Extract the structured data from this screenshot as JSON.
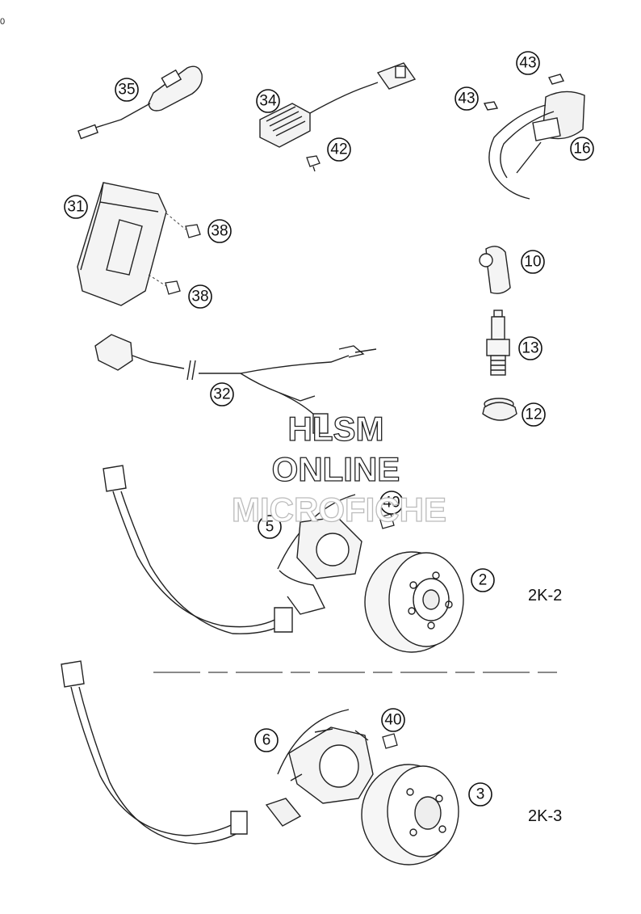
{
  "corner_mark": "0",
  "callouts": [
    {
      "id": "c35",
      "num": "35"
    },
    {
      "id": "c34",
      "num": "34"
    },
    {
      "id": "c43a",
      "num": "43"
    },
    {
      "id": "c43b",
      "num": "43"
    },
    {
      "id": "c42",
      "num": "42"
    },
    {
      "id": "c16",
      "num": "16"
    },
    {
      "id": "c31",
      "num": "31"
    },
    {
      "id": "c38a",
      "num": "38"
    },
    {
      "id": "c38b",
      "num": "38"
    },
    {
      "id": "c10",
      "num": "10"
    },
    {
      "id": "c13",
      "num": "13"
    },
    {
      "id": "c32",
      "num": "32"
    },
    {
      "id": "c12",
      "num": "12"
    },
    {
      "id": "c40a",
      "num": "40"
    },
    {
      "id": "c5",
      "num": "5"
    },
    {
      "id": "c2",
      "num": "2"
    },
    {
      "id": "c40b",
      "num": "40"
    },
    {
      "id": "c6",
      "num": "6"
    },
    {
      "id": "c3",
      "num": "3"
    }
  ],
  "variant_labels": {
    "upper": "2K-2",
    "lower": "2K-3"
  },
  "watermark": {
    "line1": "HLSM",
    "line2": "ONLINE",
    "line3": "MICROFICHE"
  }
}
